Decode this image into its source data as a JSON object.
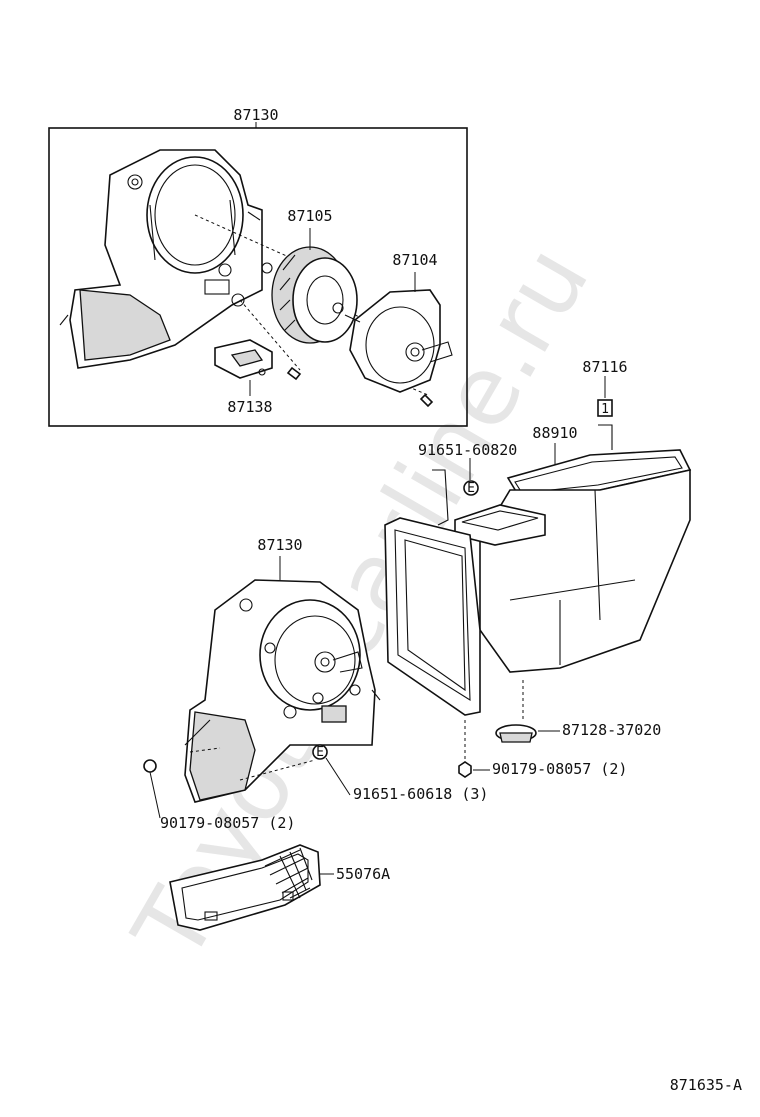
{
  "watermark": "Toyota-carline.ru",
  "diagram_id": "871635-A",
  "labels": {
    "assy_top": "87130",
    "fan": "87105",
    "motor": "87104",
    "resistor": "87138",
    "bracket": "87116",
    "gasket": "88910",
    "screw_upper": "91651-60820",
    "assy_lower": "87130",
    "plug": "87128-37020",
    "nut_right": "90179-08057 (2)",
    "screw_lower": "91651-60618 (3)",
    "nut_left": "90179-08057 (2)",
    "filter": "55076A"
  },
  "markers": {
    "screw_upper_mark": "E",
    "screw_lower_mark": "E",
    "bracket_mark": "1"
  }
}
